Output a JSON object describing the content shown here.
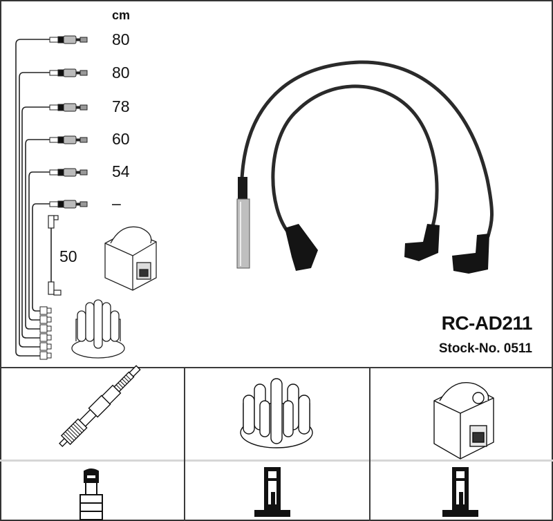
{
  "product": {
    "part_number": "RC-AD211",
    "stock_number_label": "Stock-No. 0511"
  },
  "legend": {
    "unit": "cm",
    "cable_lengths": [
      "80",
      "80",
      "78",
      "60",
      "54",
      "–"
    ],
    "coil_lead_length": "50"
  },
  "components_top": [
    {
      "name": "spark-plug",
      "icon": "spark-plug-icon"
    },
    {
      "name": "distributor-cap",
      "icon": "distributor-cap-icon"
    },
    {
      "name": "ignition-coil",
      "icon": "ignition-coil-icon"
    }
  ],
  "connectors_bottom": [
    {
      "name": "plug-connector",
      "icon": "spark-plug-terminal-icon"
    },
    {
      "name": "distributor-terminal",
      "icon": "distributor-terminal-icon"
    },
    {
      "name": "coil-terminal",
      "icon": "coil-terminal-icon"
    }
  ],
  "colors": {
    "border": "#333333",
    "cable": "#2a2a2a",
    "divider_light": "#d6d6d6"
  }
}
